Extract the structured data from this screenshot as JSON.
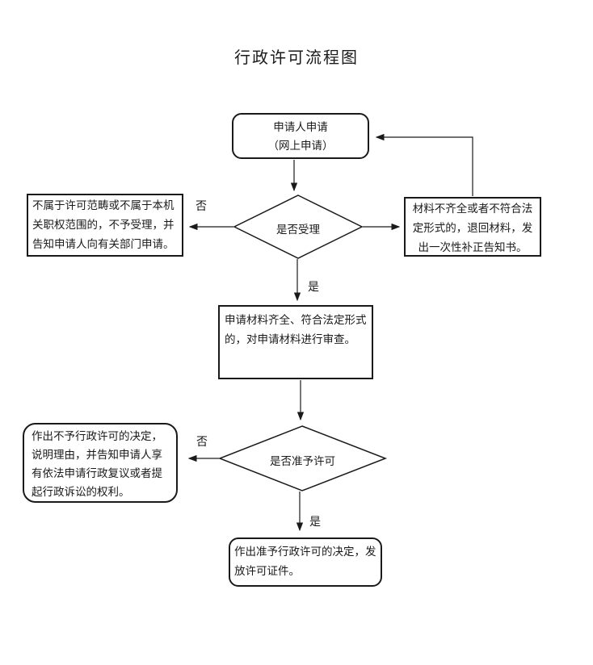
{
  "title": "行政许可流程图",
  "colors": {
    "ink": "#1a1a1a",
    "background": "#ffffff"
  },
  "flowchart": {
    "nodes": {
      "start": {
        "text": "申请人申请\n（网上申请）"
      },
      "accept": {
        "text": "是否受理"
      },
      "not_accepted": {
        "text": "不属于许可范畴或不属于本机关职权范围的，不予受理，并告知申请人向有关部门申请。"
      },
      "supplement": {
        "text": "材料不齐全或者不符合法定形式的，退回材料，发出一次性补正告知书。"
      },
      "review": {
        "text": "申请材料齐全、符合法定形式的，对申请材料进行审查。"
      },
      "license": {
        "text": "是否准予许可"
      },
      "deny": {
        "text": "作出不予行政许可的决定，说明理由，并告知申请人享有依法申请行政复议或者提起行政诉讼的权利。"
      },
      "grant": {
        "text": "作出准予行政许可的决定，发放许可证件。"
      }
    },
    "edge_labels": {
      "accept_no": "否",
      "accept_yes": "是",
      "license_no": "否",
      "license_yes": "是"
    }
  }
}
